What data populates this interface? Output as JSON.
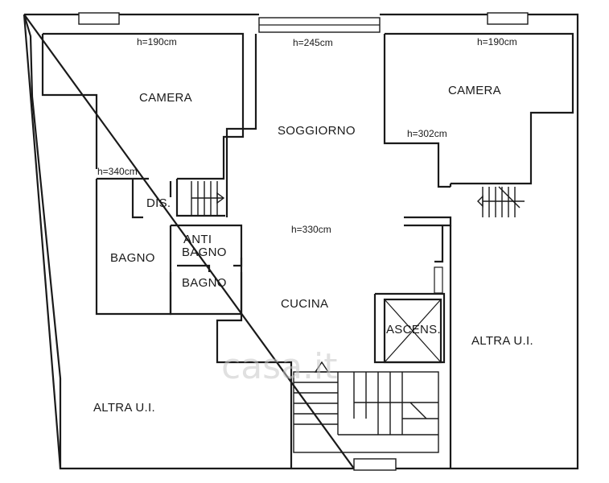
{
  "rooms": {
    "camera_left": "CAMERA",
    "camera_right": "CAMERA",
    "soggiorno": "SOGGIORNO",
    "dis": "DIS.",
    "anti_bagno_1": "ANTI",
    "anti_bagno_2": "BAGNO",
    "bagno_left": "BAGNO",
    "bagno_small": "BAGNO",
    "cucina": "CUCINA",
    "ascens": "ASCENS.",
    "altra_left": "ALTRA U.I.",
    "altra_right": "ALTRA U.I."
  },
  "heights": {
    "camera_left": "h=190cm",
    "soggiorno_top": "h=245cm",
    "camera_right": "h=190cm",
    "right_mid": "h=302cm",
    "left_mid": "h=340cm",
    "center": "h=330cm"
  },
  "watermark": "casa.it",
  "colors": {
    "line": "#1a1a1a",
    "background": "#ffffff",
    "watermark": "#c8c8c8"
  }
}
